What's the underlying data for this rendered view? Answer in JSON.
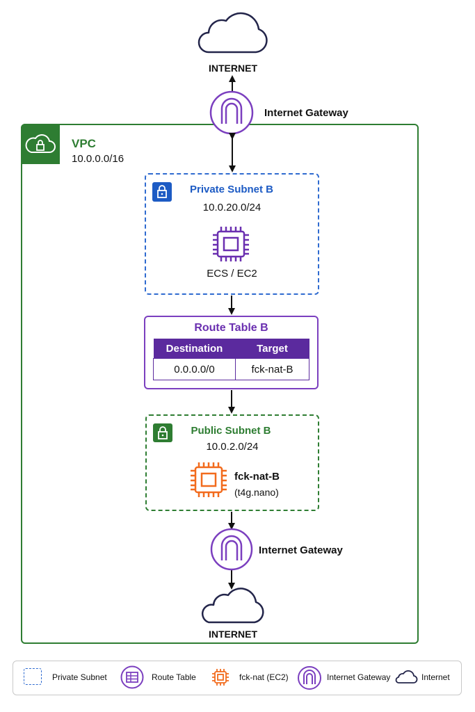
{
  "top_internet": {
    "label": "INTERNET"
  },
  "top_gateway": {
    "label": "Internet Gateway"
  },
  "vpc": {
    "title": "VPC",
    "cidr": "10.0.0.0/16"
  },
  "private_subnet": {
    "title": "Private Subnet B",
    "cidr": "10.0.20.0/24",
    "instance_label": "ECS / EC2"
  },
  "route_table": {
    "title": "Route Table B",
    "headers": [
      "Destination",
      "Target"
    ],
    "rows": [
      [
        "0.0.0.0/0",
        "fck-nat-B"
      ]
    ]
  },
  "public_subnet": {
    "title": "Public Subnet B",
    "cidr": "10.0.2.0/24",
    "nat_name": "fck-nat-B",
    "nat_type": "(t4g.nano)"
  },
  "bottom_gateway": {
    "label": "Internet Gateway"
  },
  "bottom_internet": {
    "label": "INTERNET"
  },
  "legend": {
    "private_subnet": "Private Subnet",
    "route_table": "Route Table",
    "fck_nat": "fck-nat (EC2)",
    "internet_gateway": "Internet Gateway",
    "internet": "Internet"
  },
  "colors": {
    "vpc_green": "#2e7d32",
    "private_blue": "#1d5bc4",
    "route_purple": "#5b2a9e",
    "nat_orange": "#f26b1d",
    "outline_navy": "#23254a"
  }
}
